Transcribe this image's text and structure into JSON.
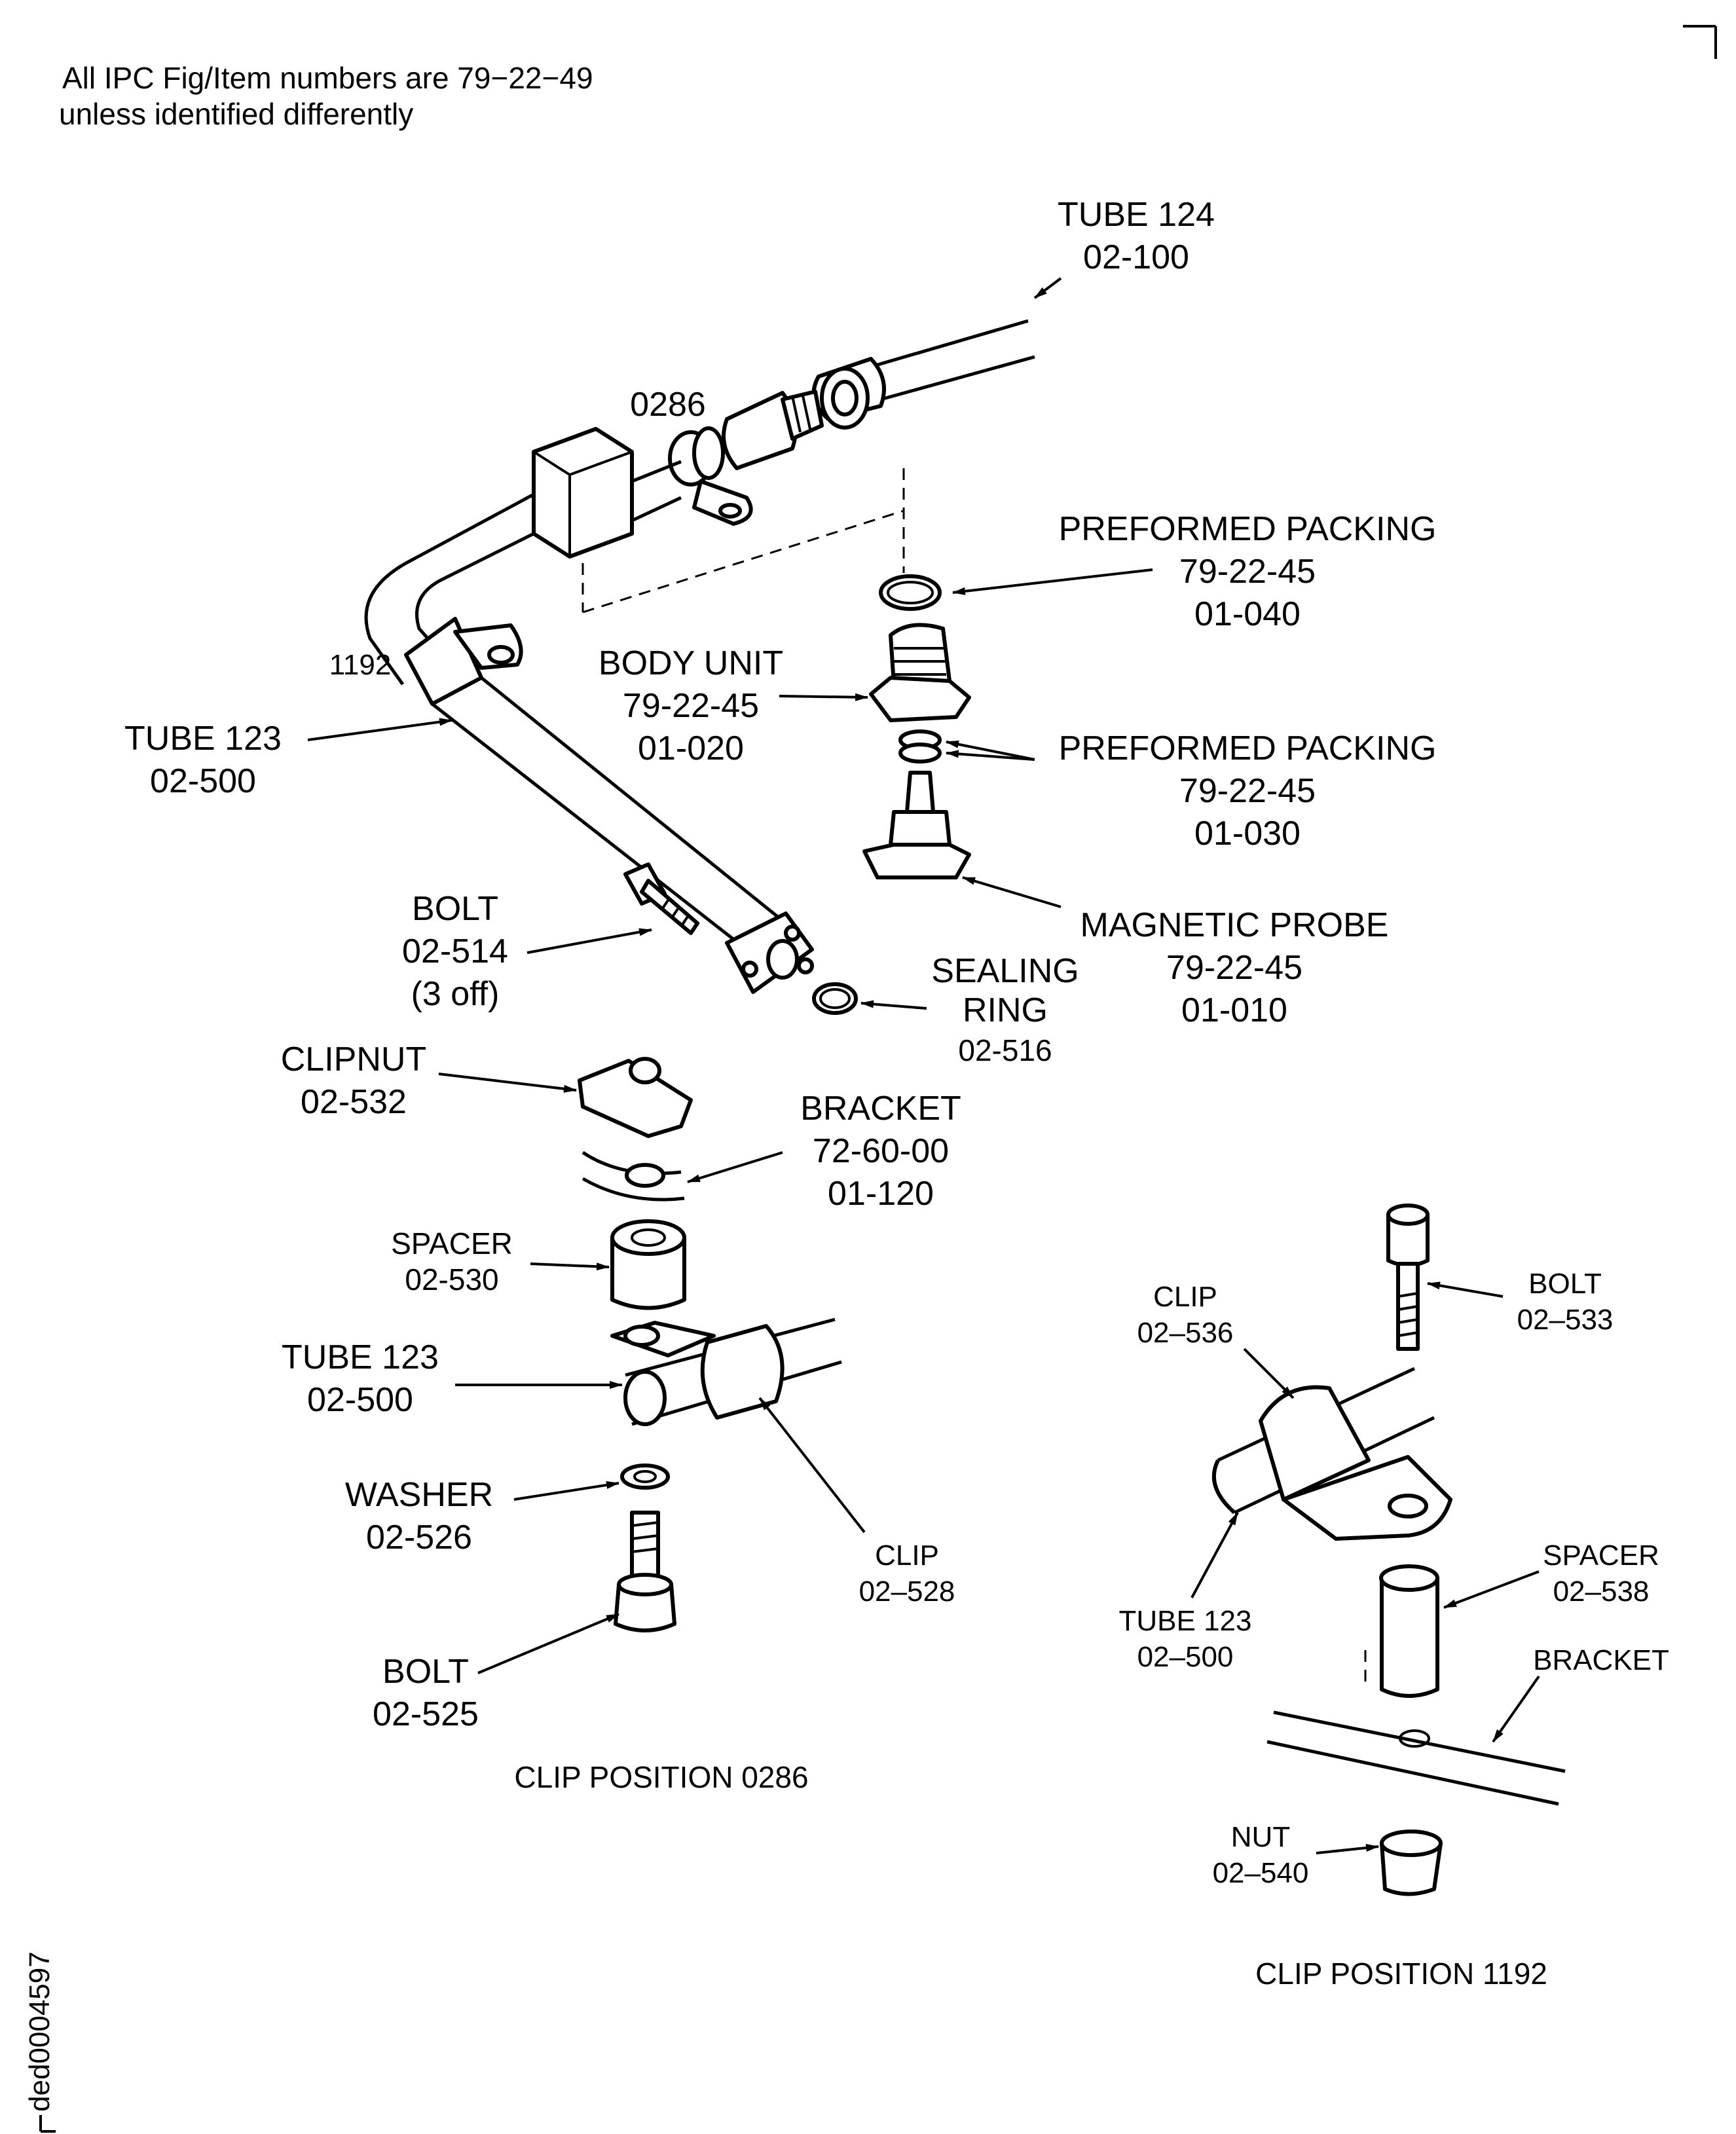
{
  "header": {
    "note_line1": "All IPC Fig/Item numbers are 79−22−49",
    "note_line2": "unless identified differently"
  },
  "callouts": {
    "tube124": {
      "name": "TUBE 124",
      "item": "02-100"
    },
    "pos0286": "0286",
    "pos1192": "1192",
    "packing_top": {
      "name": "PREFORMED PACKING",
      "fig": "79-22-45",
      "item": "01-040"
    },
    "body_unit": {
      "name": "BODY UNIT",
      "fig": "79-22-45",
      "item": "01-020"
    },
    "packing_mid": {
      "name": "PREFORMED PACKING",
      "fig": "79-22-45",
      "item": "01-030"
    },
    "tube123_main": {
      "name": "TUBE 123",
      "item": "02-500"
    },
    "magnetic_probe": {
      "name": "MAGNETIC PROBE",
      "fig": "79-22-45",
      "item": "01-010"
    },
    "bolt_514": {
      "name": "BOLT",
      "item": "02-514",
      "qty": "(3 off)"
    },
    "sealing_ring": {
      "name1": "SEALING",
      "name2": "RING",
      "item": "02-516"
    },
    "clipnut": {
      "name": "CLIPNUT",
      "item": "02-532"
    },
    "bracket_7260": {
      "name": "BRACKET",
      "fig": "72-60-00",
      "item": "01-120"
    },
    "spacer_530": {
      "name": "SPACER",
      "item": "02-530"
    },
    "tube123_clip": {
      "name": "TUBE 123",
      "item": "02-500"
    },
    "washer": {
      "name": "WASHER",
      "item": "02-526"
    },
    "clip_528": {
      "name": "CLIP",
      "item": "02–528"
    },
    "bolt_525": {
      "name": "BOLT",
      "item": "02-525"
    },
    "clip_536": {
      "name": "CLIP",
      "item": "02–536"
    },
    "bolt_533": {
      "name": "BOLT",
      "item": "02–533"
    },
    "tube123_1192": {
      "name": "TUBE 123",
      "item": "02–500"
    },
    "spacer_538": {
      "name": "SPACER",
      "item": "02–538"
    },
    "bracket_1192": {
      "name": "BRACKET"
    },
    "nut_540": {
      "name": "NUT",
      "item": "02–540"
    }
  },
  "captions": {
    "clip_0286": "CLIP POSITION 0286",
    "clip_1192": "CLIP POSITION 1192"
  },
  "figure_id": "ded0004597"
}
